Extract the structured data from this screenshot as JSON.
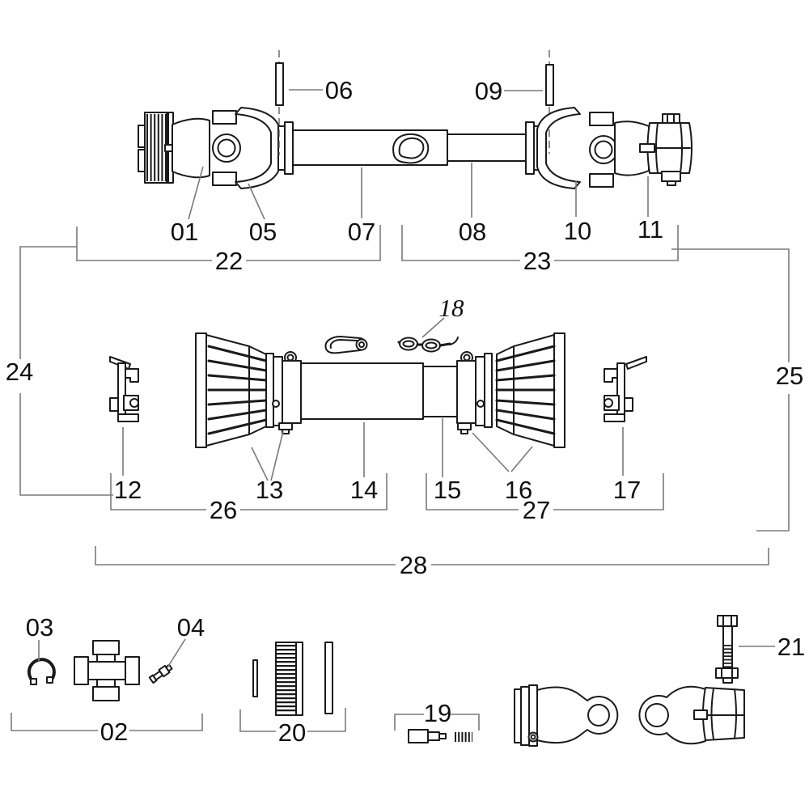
{
  "diagram": {
    "background": "#ffffff",
    "part_line_color": "#1a1a1a",
    "callout_line_color": "#7a7a7a"
  },
  "labels": {
    "01": "01",
    "02": "02",
    "03": "03",
    "04": "04",
    "05": "05",
    "06": "06",
    "07": "07",
    "08": "08",
    "09": "09",
    "10": "10",
    "11": "11",
    "12": "12",
    "13": "13",
    "14": "14",
    "15": "15",
    "16": "16",
    "17": "17",
    "18": "18",
    "19": "19",
    "20": "20",
    "21": "21",
    "22": "22",
    "23": "23",
    "24": "24",
    "25": "25",
    "26": "26",
    "27": "27",
    "28": "28"
  }
}
